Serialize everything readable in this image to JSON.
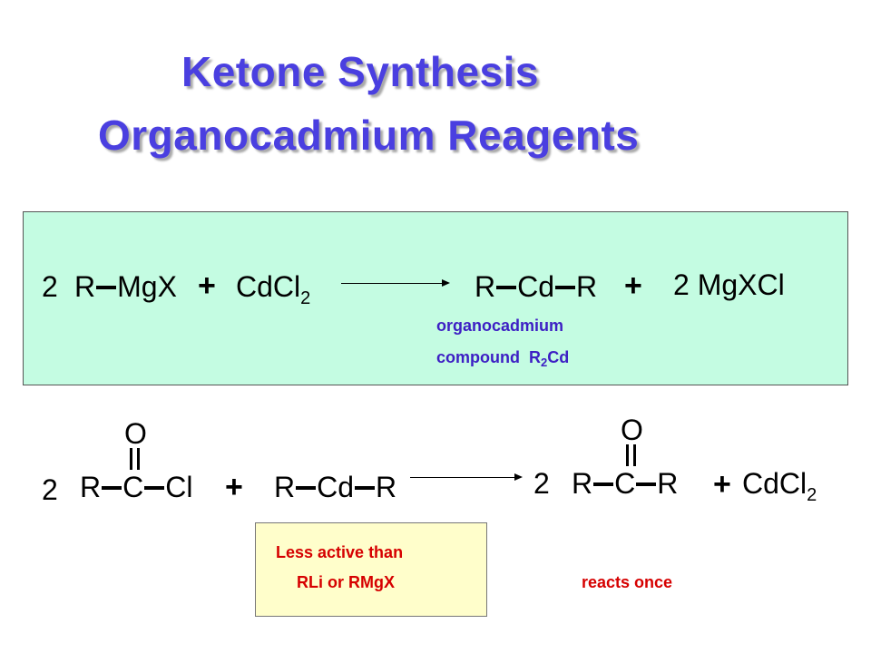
{
  "title": {
    "line1": "Ketone Synthesis",
    "line2": "Organocadmium Reagents"
  },
  "reaction1": {
    "coef": "2",
    "r": "R",
    "mgx": "MgX",
    "plus": "+",
    "cdcl": "CdCl",
    "sub2": "2",
    "prod_r1": "R",
    "prod_cd": "Cd",
    "prod_r2": "R",
    "byproduct": "2 MgXCl",
    "note_line1": "organocadmium",
    "note_line2_prefix": "compound  R",
    "note_sub": "2",
    "note_line2_suffix": "Cd"
  },
  "reaction2": {
    "coef": "2",
    "o": "O",
    "r": "R",
    "c": "C",
    "cl": "Cl",
    "plus": "+",
    "reagent_r1": "R",
    "reagent_cd": "Cd",
    "reagent_r2": "R",
    "prod_coef": "2",
    "prod_r1": "R",
    "prod_c": "C",
    "prod_r2": "R",
    "by_cd": "Cd",
    "by_cl": "Cl",
    "by_sub": "2",
    "note_line1": "Less active than",
    "note_line2": "RLi or RMgX",
    "reacts": "reacts once"
  },
  "colors": {
    "title": "#4a3fe0",
    "box1": "#c4fce2",
    "box2": "#fffecb",
    "note_purple": "#3d1fc4",
    "note_red": "#d60000"
  }
}
